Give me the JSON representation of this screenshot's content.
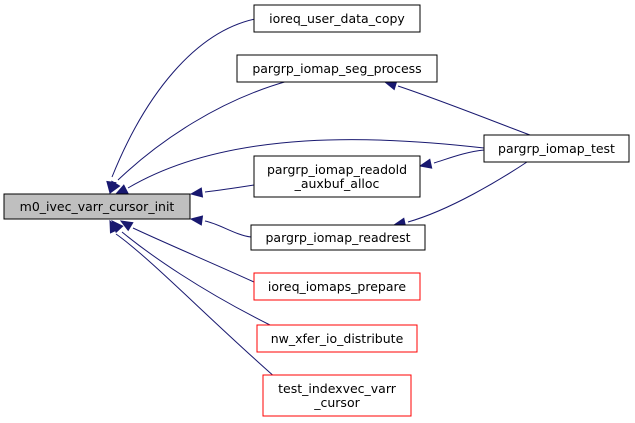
{
  "colors": {
    "edge": "#191970",
    "root_fill": "#bfbfbf",
    "border_black": "#000000",
    "border_red": "#ff0000",
    "background": "#ffffff"
  },
  "nodes": {
    "root": {
      "lines": [
        "m0_ivec_varr_cursor_init"
      ],
      "style": "root"
    },
    "n1": {
      "lines": [
        "ioreq_user_data_copy"
      ],
      "style": "black"
    },
    "n2": {
      "lines": [
        "pargrp_iomap_seg_process"
      ],
      "style": "black"
    },
    "n3": {
      "lines": [
        "pargrp_iomap_readold",
        "_auxbuf_alloc"
      ],
      "style": "black"
    },
    "n4": {
      "lines": [
        "pargrp_iomap_readrest"
      ],
      "style": "black"
    },
    "n5": {
      "lines": [
        "ioreq_iomaps_prepare"
      ],
      "style": "red"
    },
    "n6": {
      "lines": [
        "nw_xfer_io_distribute"
      ],
      "style": "red"
    },
    "n7": {
      "lines": [
        "test_indexvec_varr",
        "_cursor"
      ],
      "style": "red"
    },
    "n8": {
      "lines": [
        "pargrp_iomap_test"
      ],
      "style": "black"
    }
  },
  "edges": [
    {
      "from": "n1",
      "to": "root"
    },
    {
      "from": "n2",
      "to": "root"
    },
    {
      "from": "n8",
      "to": "root"
    },
    {
      "from": "n3",
      "to": "root"
    },
    {
      "from": "n4",
      "to": "root"
    },
    {
      "from": "n5",
      "to": "root"
    },
    {
      "from": "n6",
      "to": "root"
    },
    {
      "from": "n7",
      "to": "root"
    },
    {
      "from": "n8",
      "to": "n2"
    },
    {
      "from": "n8",
      "to": "n3"
    },
    {
      "from": "n8",
      "to": "n4"
    }
  ]
}
